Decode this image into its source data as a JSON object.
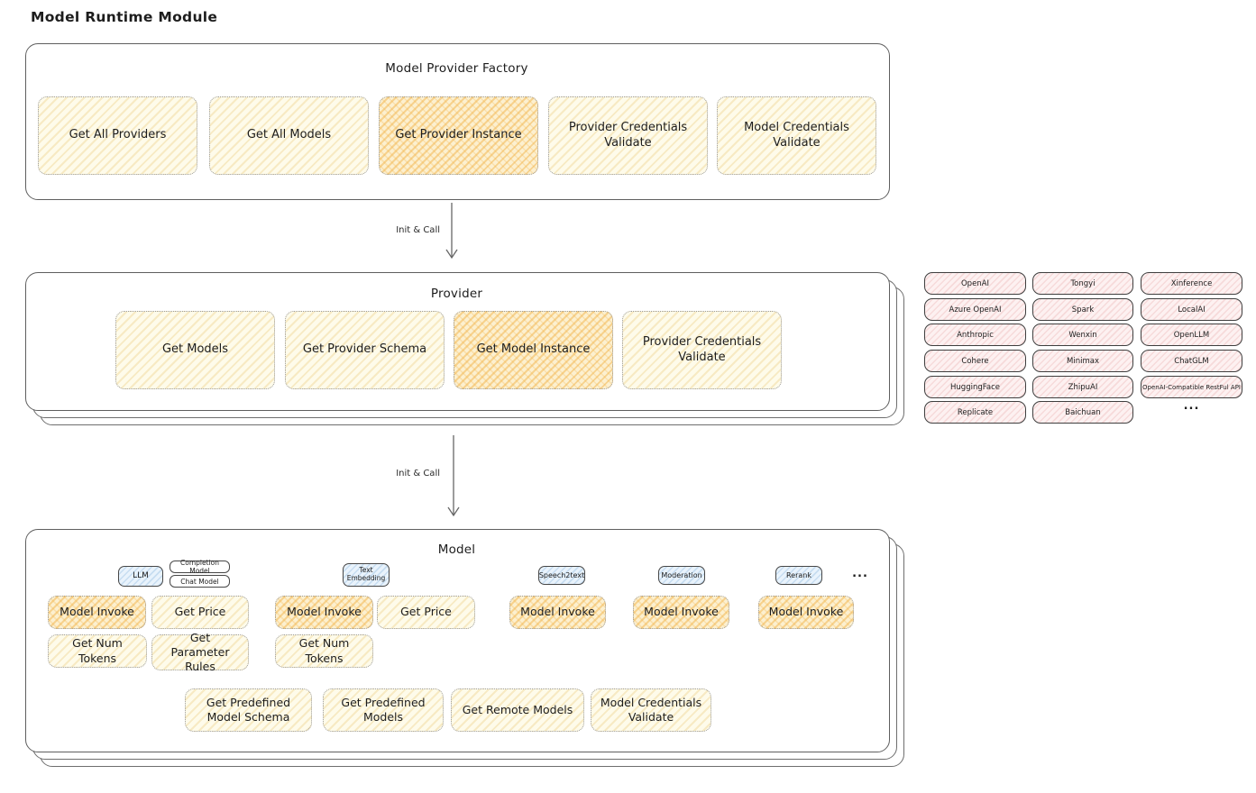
{
  "page": {
    "title": "Model Runtime Module"
  },
  "colors": {
    "highlight": "#f2b246",
    "yellow": "#fdf6dd",
    "pink": "#fbe9e9",
    "blue": "#d9ecfa"
  },
  "factory": {
    "title": "Model Provider Factory",
    "buttons": [
      "Get All Providers",
      "Get All Models",
      "Get Provider Instance",
      "Provider Credentials Validate",
      "Model Credentials Validate"
    ]
  },
  "arrows": {
    "label1": "Init & Call",
    "label2": "Init & Call"
  },
  "provider": {
    "title": "Provider",
    "buttons": [
      "Get Models",
      "Get Provider Schema",
      "Get Model Instance",
      "Provider Credentials Validate"
    ]
  },
  "provider_list": {
    "col1": [
      "OpenAI",
      "Azure OpenAI",
      "Anthropic",
      "Cohere",
      "HuggingFace",
      "Replicate"
    ],
    "col2": [
      "Tongyi",
      "Spark",
      "Wenxin",
      "Minimax",
      "ZhipuAI",
      "Baichuan"
    ],
    "col3": [
      "Xinference",
      "LocalAI",
      "OpenLLM",
      "ChatGLM",
      "OpenAI-Compatible RestFul API"
    ],
    "more": "..."
  },
  "model": {
    "title": "Model",
    "tags": {
      "llm": "LLM",
      "completion": "Completion Model",
      "chat": "Chat Model",
      "embedding": "Text Embedding",
      "speech": "Speech2text",
      "moderation": "Moderation",
      "rerank": "Rerank",
      "more": "..."
    },
    "buttons": {
      "invoke_llm": "Model Invoke",
      "price_llm": "Get Price",
      "tokens_llm": "Get Num Tokens",
      "params_llm": "Get Parameter Rules",
      "invoke_embedding": "Model Invoke",
      "price_embedding": "Get Price",
      "tokens_embedding": "Get Num Tokens",
      "invoke_speech": "Model Invoke",
      "invoke_moderation": "Model Invoke",
      "invoke_rerank": "Model Invoke",
      "schema": "Get Predefined Model Schema",
      "predefined": "Get Predefined Models",
      "remote": "Get Remote Models",
      "credentials": "Model Credentials Validate"
    }
  }
}
